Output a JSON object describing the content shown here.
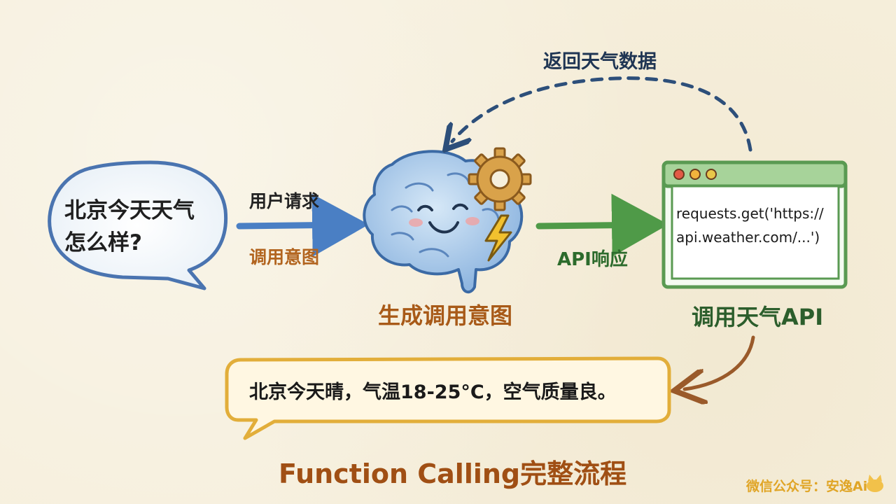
{
  "user_bubble": {
    "text": "北京今天天气怎么样?"
  },
  "arrow_labels": {
    "user_request": "用户请求",
    "call_intent": "调用意图",
    "api_response": "API响应",
    "return_weather_data": "返回天气数据"
  },
  "brain": {
    "caption": "生成调用意图"
  },
  "api_window": {
    "code_line_1": "requests.get('https://",
    "code_line_2": "api.weather.com/...')",
    "caption": "调用天气API",
    "dot_colors": [
      "#e25a46",
      "#f2b33d",
      "#e8c84a"
    ]
  },
  "answer_bubble": {
    "text": "北京今天晴，气温18-25°C，空气质量良。"
  },
  "title": "Function Calling完整流程",
  "watermark": "微信公众号：安逸Ai",
  "colors": {
    "blue_arrow": "#4a7fc4",
    "green_arrow": "#4f9a48",
    "dashed_arrow": "#2d4f7a",
    "brown_arrow": "#9a5a2a",
    "window_frame": "#5a9a52",
    "answer_border": "#e2ae3a",
    "user_bubble_border": "#4a74b0"
  }
}
